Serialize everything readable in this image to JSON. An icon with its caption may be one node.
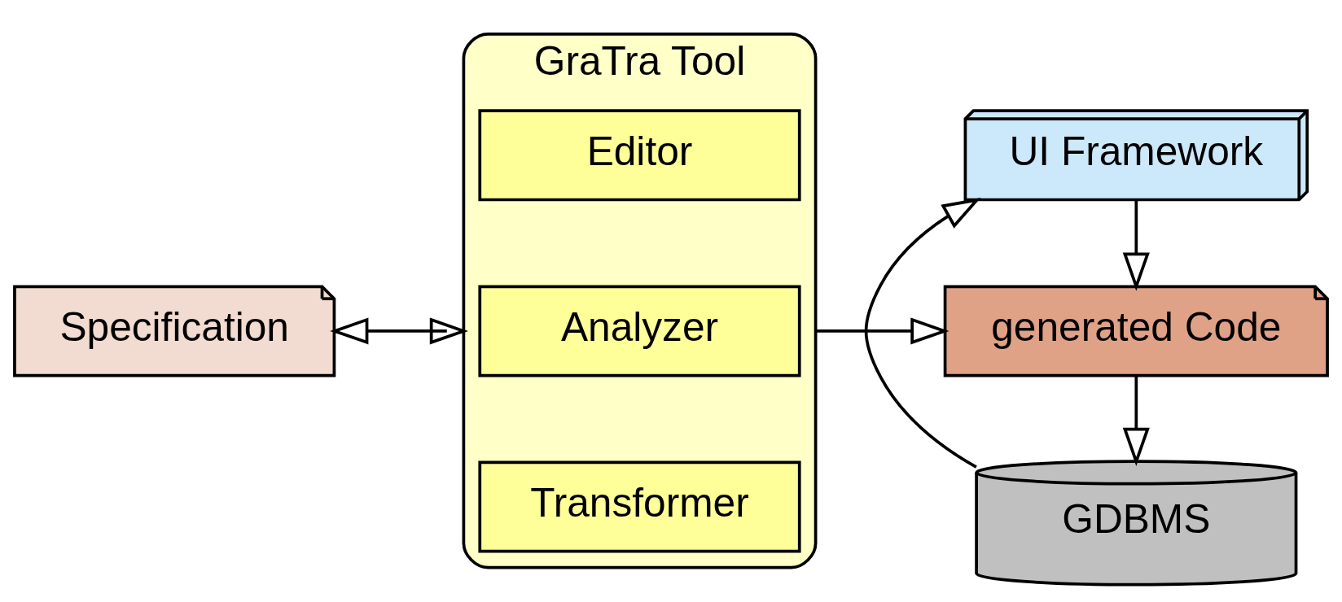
{
  "diagram": {
    "nodes": [
      {
        "text": [
          "Specification"
        ]
      },
      {
        "text": [
          "GraTra Tool"
        ]
      },
      {
        "text": [
          "Editor"
        ],
        "in": 1
      },
      {
        "text": [
          "Analyzer"
        ],
        "in": 1
      },
      {
        "text": [
          "Transformer"
        ],
        "in": 1
      },
      {
        "text": [
          "UI Framework"
        ]
      },
      {
        "text": [
          "generated Code"
        ]
      },
      {
        "text": [
          "GDBMS"
        ]
      }
    ],
    "edges": [
      {
        "from": 0,
        "to": 1,
        "arrow": "both"
      },
      {
        "from": 1,
        "to": 6,
        "arrow": "to"
      },
      {
        "from": 5,
        "to": 6,
        "arrow": "to"
      },
      {
        "from": 6,
        "to": 7,
        "arrow": "to"
      },
      {
        "from": 7,
        "to": 5,
        "arrow": "to"
      }
    ]
  }
}
